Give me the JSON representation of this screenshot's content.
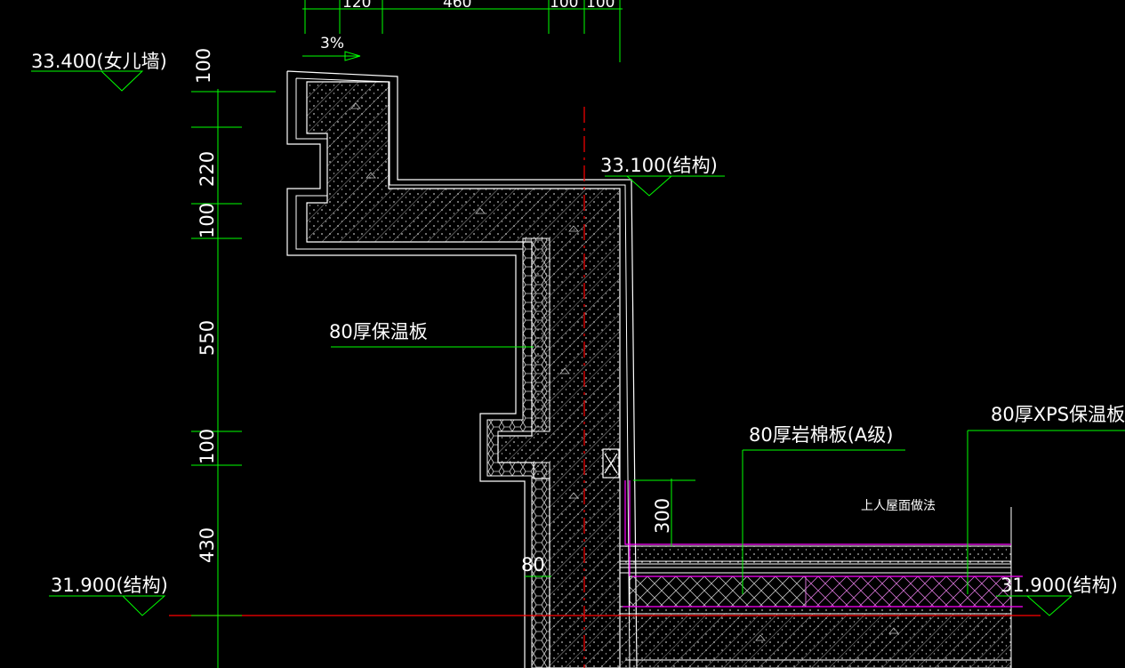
{
  "drawing": {
    "top_dims": [
      "120",
      "460",
      "100",
      "100"
    ],
    "slope_label": "3%",
    "elevations": {
      "parapet_top": "33.400(女儿墙)",
      "structure_top": "33.100(结构)",
      "roof_left": "31.900(结构)",
      "roof_right": "31.900(结构)"
    },
    "vertical_dims": [
      "100",
      "220",
      "100",
      "550",
      "100",
      "430"
    ],
    "dim_300": "300",
    "dim_80": "80",
    "callouts": {
      "insulation_board": "80厚保温板",
      "rock_wool": "80厚岩棉板(A级)",
      "xps_board": "80厚XPS保温板",
      "roof_note": "上人屋面做法"
    },
    "colors": {
      "background": "#000000",
      "outline": "#ffffff",
      "dimension": "#00ff00",
      "axis": "#ff0000",
      "flashing": "#ff00ff",
      "hatch": "#9a9a9a"
    }
  }
}
